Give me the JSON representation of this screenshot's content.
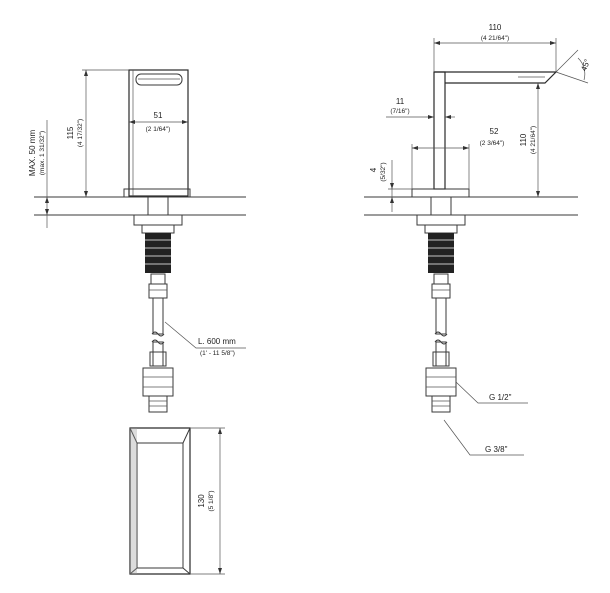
{
  "left_view": {
    "height_mm": "115",
    "height_in": "(4 17/32\")",
    "width_mm": "51",
    "width_in": "(2 1/64\")",
    "max_thickness_mm": "MAX. 50 mm",
    "max_thickness_in": "(max. 1 31/32\")",
    "hose_length_mm": "L. 600 mm",
    "hose_length_in": "(1' - 11 5/8\")",
    "box_height_mm": "130",
    "box_height_in": "(5 1/8\")"
  },
  "right_view": {
    "reach_mm": "110",
    "reach_in": "(4 21/64\")",
    "angle": "45°",
    "spout_thickness_mm": "11",
    "spout_thickness_in": "(7/16\")",
    "base_width_mm": "52",
    "base_width_in": "(2 3/64\")",
    "height_mm": "110",
    "height_in": "(4 21/64\")",
    "base_height_mm": "4",
    "base_height_in": "(5/32\")",
    "thread_top": "G 1/2\"",
    "thread_bottom": "G 3/8\""
  }
}
